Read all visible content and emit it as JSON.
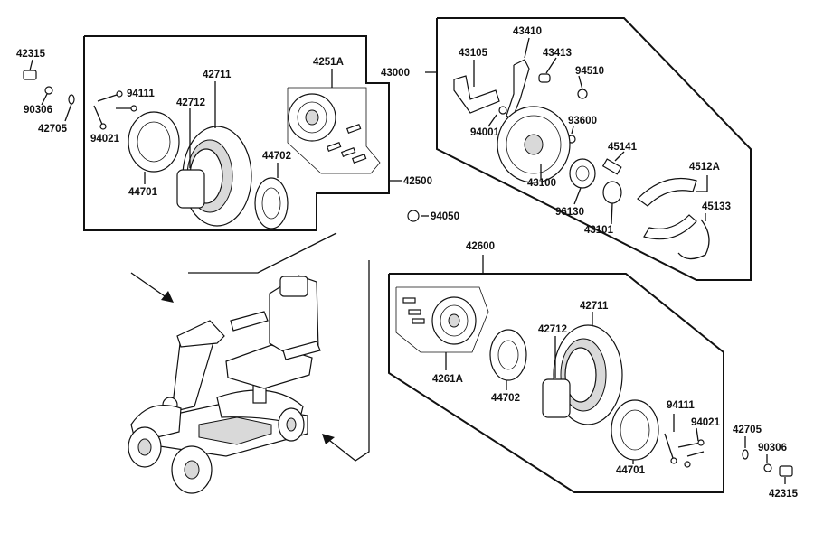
{
  "groups": {
    "g42500": "42500",
    "g43000": "43000",
    "g42600": "42600"
  },
  "parts": {
    "p42315_l": "42315",
    "p90306_l": "90306",
    "p42705_l": "42705",
    "p94111_l": "94111",
    "p94021_l": "94021",
    "p42711_a": "42711",
    "p42712_a": "42712",
    "p44701_a": "44701",
    "p44702_a": "44702",
    "p4251A": "4251A",
    "p43105": "43105",
    "p43410": "43410",
    "p43413": "43413",
    "p94510": "94510",
    "p94001": "94001",
    "p93600": "93600",
    "p45141": "45141",
    "p4512A": "4512A",
    "p43100": "43100",
    "p96130": "96130",
    "p45133": "45133",
    "p43101": "43101",
    "p94050": "94050",
    "p42711_b": "42711",
    "p42712_b": "42712",
    "p4261A": "4261A",
    "p44702_b": "44702",
    "p94111_r": "94111",
    "p94021_r": "94021",
    "p44701_b": "44701",
    "p42705_r": "42705",
    "p90306_r": "90306",
    "p42315_r": "42315"
  }
}
